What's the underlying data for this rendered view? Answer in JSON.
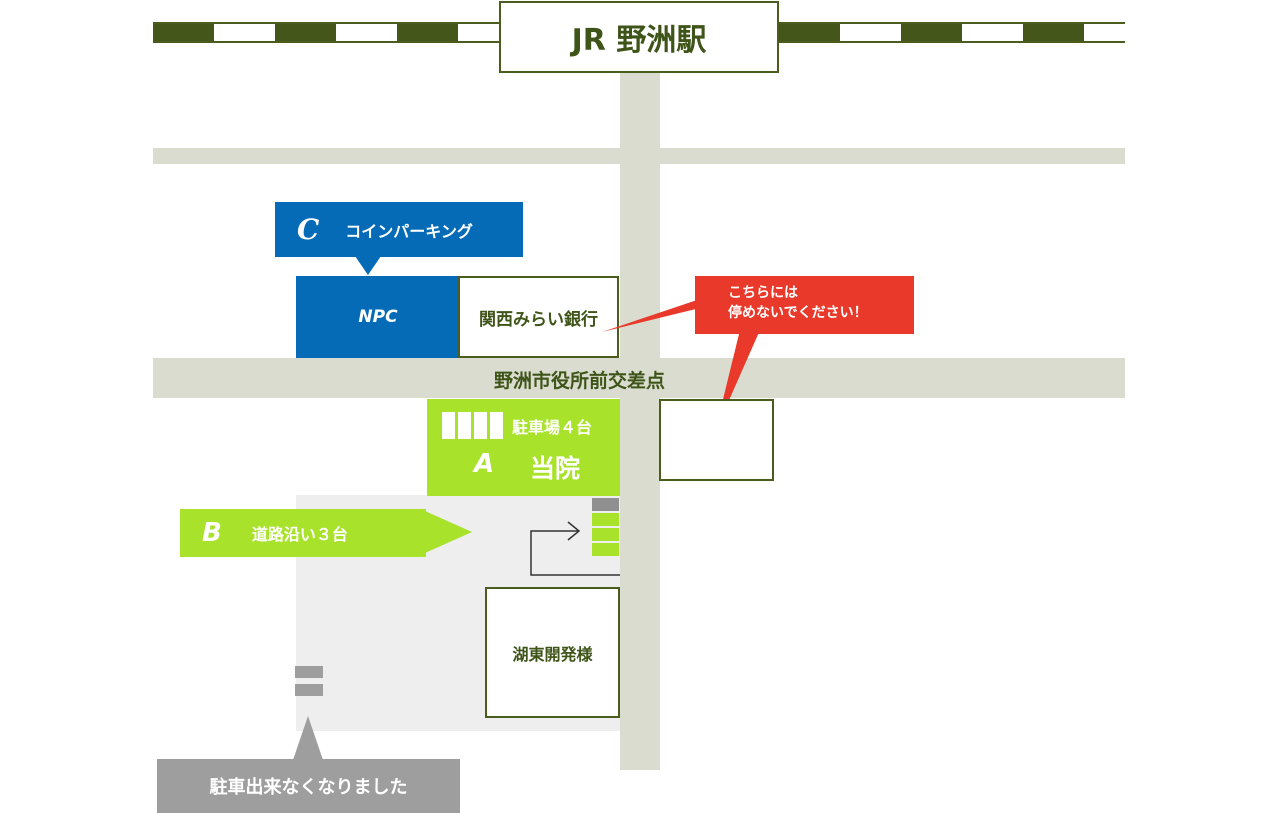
{
  "station": {
    "name": "JR 野洲駅"
  },
  "intersection": {
    "name": "野洲市役所前交差点"
  },
  "parking_c": {
    "letter": "C",
    "label": "コインパーキング",
    "lot_name": "NPC",
    "color": "#056bb6"
  },
  "bank": {
    "name": "関西みらい銀行"
  },
  "warning": {
    "line1": "こちらには",
    "line2": "停めないでください！",
    "color": "#e8392a"
  },
  "clinic": {
    "letter": "A",
    "name": "当院",
    "parking": "駐車場４台",
    "spaces": 4,
    "color": "#a8e22a"
  },
  "parking_b": {
    "letter": "B",
    "label": "道路沿い３台",
    "spaces": 3
  },
  "neighbor": {
    "name": "湖東開発様"
  },
  "closed_parking": {
    "label": "駐車出来なくなりました",
    "color": "#9e9e9e"
  },
  "colors": {
    "rail": "#44561a",
    "road": "#d9dccf",
    "building_border": "#4a5d1c",
    "text_green": "#3f5418"
  }
}
